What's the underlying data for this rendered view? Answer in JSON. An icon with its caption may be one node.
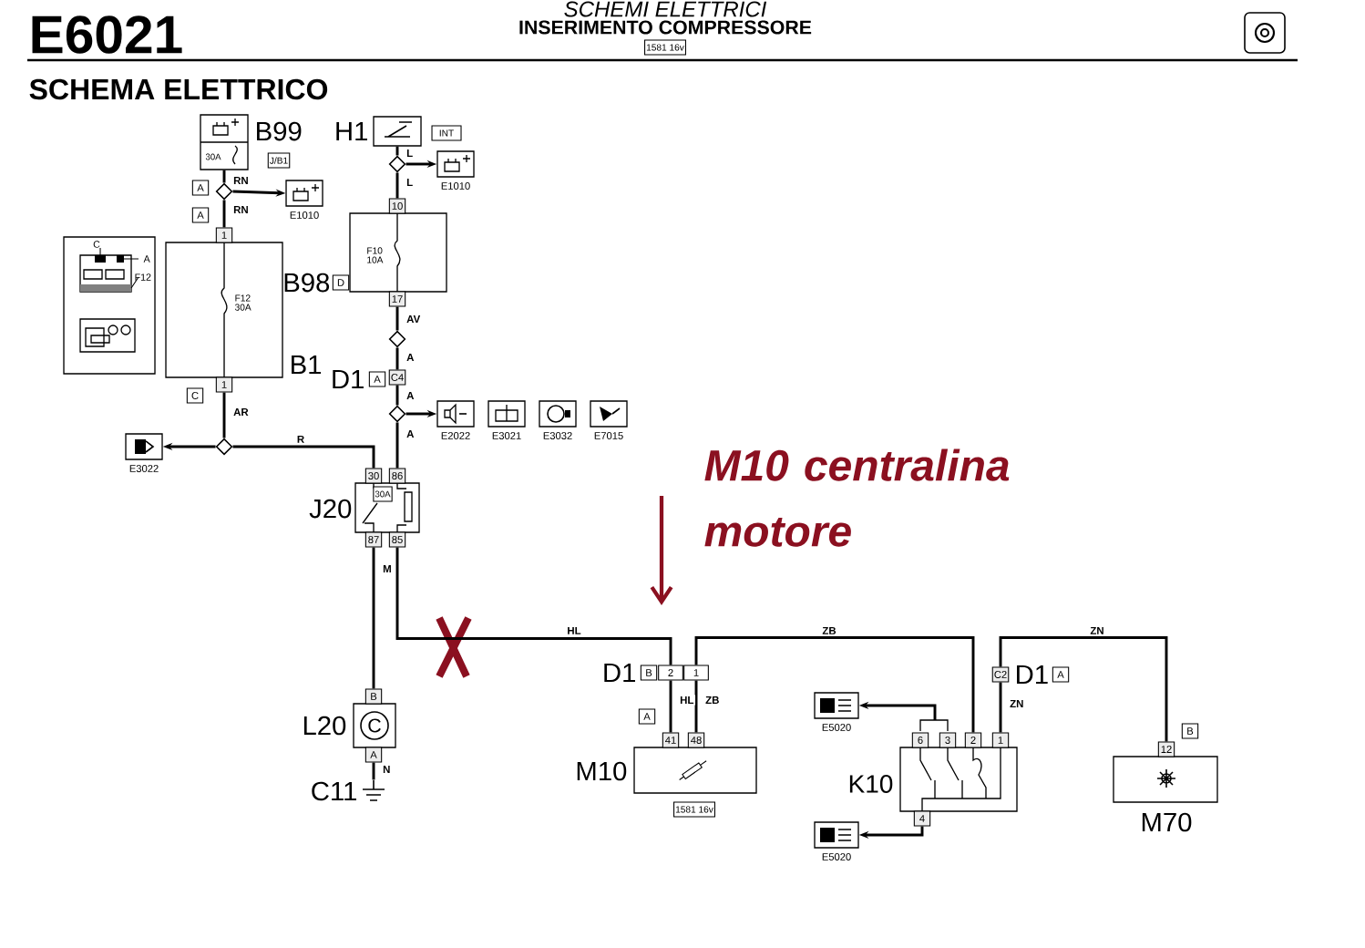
{
  "diagram": {
    "nodes": [
      {
        "text": [
          "B99",
          "30A",
          "J/B1"
        ]
      },
      {
        "text": [
          "E1010"
        ]
      },
      {
        "text": [
          "1",
          "F12 30A",
          "B1",
          "1"
        ]
      },
      {
        "text": [
          "C",
          "A",
          "F12"
        ]
      },
      {
        "text": [
          "E3022"
        ]
      },
      {
        "text": [
          "H1",
          "INT"
        ]
      },
      {
        "text": [
          "E1010"
        ]
      },
      {
        "text": [
          "10",
          "F10 10A",
          "B98",
          "D",
          "17"
        ]
      },
      {
        "text": [
          "D1",
          "A",
          "C4"
        ]
      },
      {
        "text": [
          "E2022"
        ]
      },
      {
        "text": [
          "E3021"
        ]
      },
      {
        "text": [
          "E3032"
        ]
      },
      {
        "text": [
          "E7015"
        ]
      },
      {
        "text": [
          "30",
          "86",
          "J20",
          "30A",
          "87",
          "85"
        ]
      },
      {
        "text": [
          "B",
          "L20",
          "C",
          "A"
        ]
      },
      {
        "text": [
          "C11"
        ]
      },
      {
        "text": [
          "D1",
          "B",
          "2",
          "1"
        ]
      },
      {
        "text": [
          "A",
          "41",
          "48",
          "M10",
          "1581 16v"
        ]
      },
      {
        "text": [
          "6",
          "3",
          "2",
          "1",
          "K10",
          "4"
        ]
      },
      {
        "text": [
          "E5020"
        ]
      },
      {
        "text": [
          "E5020"
        ]
      },
      {
        "text": [
          "C2",
          "D1",
          "A"
        ]
      },
      {
        "text": [
          "B",
          "12",
          "M70"
        ]
      },
      {
        "text": [],
        "shape": "diamond"
      },
      {
        "text": [],
        "shape": "diamond"
      },
      {
        "text": [],
        "shape": "diamond"
      },
      {
        "text": [],
        "shape": "diamond"
      },
      {
        "text": [],
        "shape": "diamond"
      }
    ],
    "edges": [
      {
        "from": 0,
        "to": 23,
        "arrow": "none",
        "label": "RN"
      },
      {
        "from": 23,
        "to": 1,
        "arrow": "to"
      },
      {
        "from": 23,
        "to": 2,
        "arrow": "none",
        "label": "RN"
      },
      {
        "from": 2,
        "to": 27,
        "arrow": "none",
        "label": "AR"
      },
      {
        "from": 27,
        "to": 4,
        "arrow": "to"
      },
      {
        "from": 27,
        "to": 13,
        "arrow": "none",
        "label": "R"
      },
      {
        "from": 5,
        "to": 24,
        "arrow": "none",
        "label": "L"
      },
      {
        "from": 24,
        "to": 6,
        "arrow": "to"
      },
      {
        "from": 24,
        "to": 7,
        "arrow": "none",
        "label": "L"
      },
      {
        "from": 7,
        "to": 25,
        "arrow": "none",
        "label": "AV"
      },
      {
        "from": 25,
        "to": 8,
        "arrow": "none",
        "label": "A"
      },
      {
        "from": 8,
        "to": 26,
        "arrow": "none",
        "label": "A"
      },
      {
        "from": 26,
        "to": 9,
        "arrow": "to"
      },
      {
        "from": 26,
        "to": 13,
        "arrow": "none",
        "label": "A"
      },
      {
        "from": 13,
        "to": 14,
        "arrow": "none",
        "label": "M"
      },
      {
        "from": 14,
        "to": 15,
        "arrow": "none",
        "label": "N"
      },
      {
        "from": 13,
        "to": 16,
        "arrow": "none",
        "label": "HL"
      },
      {
        "from": 16,
        "to": 17,
        "arrow": "none",
        "label": "HL"
      },
      {
        "from": 16,
        "to": 17,
        "arrow": "none",
        "label": "ZB"
      },
      {
        "from": 16,
        "to": 18,
        "arrow": "none",
        "label": "ZB"
      },
      {
        "from": 18,
        "to": 21,
        "arrow": "none",
        "label": "ZN"
      },
      {
        "from": 21,
        "to": 22,
        "arrow": "none",
        "label": "ZN"
      },
      {
        "from": 18,
        "to": 19,
        "arrow": "to"
      },
      {
        "from": 18,
        "to": 20,
        "arrow": "to"
      }
    ],
    "labels": [
      "E6021",
      "SCHEMI ELETTRICI",
      "INSERIMENTO COMPRESSORE",
      "1581 16v",
      "SCHEMA ELETTRICO",
      "A",
      "A",
      "C",
      "M10 centralina motore"
    ]
  }
}
